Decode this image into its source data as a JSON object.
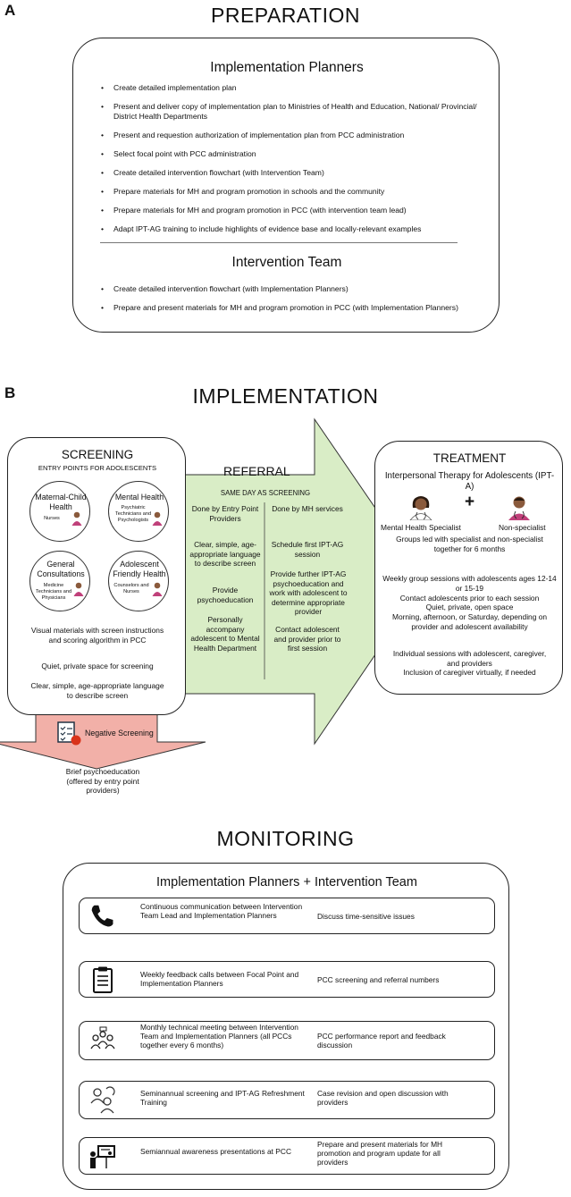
{
  "panel_a": {
    "letter": "A",
    "title": "PREPARATION",
    "planners_heading": "Implementation Planners",
    "planners_items": [
      "Create detailed implementation plan",
      "Present and deliver copy of implementation plan to Ministries of Health and Education, National/ Provincial/ District Health Departments",
      "Present and requestion authorization of implementation plan from PCC administration",
      "Select focal point with PCC administration",
      "Create detailed intervention flowchart (with Intervention Team)",
      "Prepare materials for MH and program promotion in schools and the community",
      "Prepare materials for MH and program promotion in PCC (with intervention team lead)",
      "Adapt IPT-AG training to include highlights of evidence base and locally-relevant examples"
    ],
    "team_heading": "Intervention Team",
    "team_items": [
      "Create detailed intervention flowchart (with Implementation Planners)",
      "Prepare and present materials for MH and program promotion in PCC (with Implementation Planners)"
    ]
  },
  "panel_b": {
    "letter": "B",
    "title": "IMPLEMENTATION",
    "screening": {
      "title": "SCREENING",
      "subtitle": "ENTRY POINTS FOR ADOLESCENTS",
      "circles": [
        {
          "title": "Maternal-Child Health",
          "sub": "Nurses"
        },
        {
          "title": "Mental Health",
          "sub": "Psychiatric Technicians and Psychologists"
        },
        {
          "title": "General Consultations",
          "sub": "Medicine Technicians and Physicians"
        },
        {
          "title": "Adolescent Friendly Health",
          "sub": "Counselors and Nurses"
        }
      ],
      "notes": [
        "Visual materials with screen instructions and scoring algorithm in PCC",
        "Quiet, private space for screening",
        "Clear, simple, age-appropriate language to describe screen"
      ]
    },
    "negative": {
      "label": "Negative Screening",
      "below": "Brief psychoeducation (offered by entry point providers)"
    },
    "referral": {
      "title": "REFERRAL",
      "same_day": "SAME DAY AS SCREENING",
      "left_head": "Done by Entry Point Providers",
      "left_items": [
        "Clear, simple, age-appropriate language to describe screen",
        "Provide psychoeducation",
        "Personally accompany adolescent to Mental Health Department"
      ],
      "right_head": "Done by MH services",
      "right_items": [
        "Schedule first IPT-AG session",
        "Provide further IPT-AG psychoeducation and work with adolescent to determine appropriate provider",
        "Contact adolescent and provider prior to first session"
      ]
    },
    "treatment": {
      "title": "TREATMENT",
      "subtitle": "Interpersonal Therapy for Adolescents (IPT-A)",
      "plus": "+",
      "specialist": "Mental Health Specialist",
      "nonspecialist": "Non-specialist",
      "groups": "Groups led with specialist and non-specialist together for 6 months",
      "weekly": "Weekly group sessions with adolescents ages 12-14 or 15-19",
      "contact": "Contact adolescents prior to each session",
      "space": "Quiet, private, open space",
      "timing": "Morning, afternoon, or Saturday, depending on provider and adolescent availability",
      "individual": "Individual sessions with adolescent, caregiver, and providers",
      "inclusion": "Inclusion of caregiver virtually, if needed"
    }
  },
  "panel_c": {
    "title": "MONITORING",
    "heading": "Implementation Planners + Intervention Team",
    "rows": [
      {
        "icon": "phone-icon",
        "left": "Continuous communication between Intervention Team Lead and Implementation Planners",
        "right": "Discuss time-sensitive issues"
      },
      {
        "icon": "clipboard-icon",
        "left": "Weekly feedback calls between Focal Point and Implementation Planners",
        "right": "PCC screening and referral numbers"
      },
      {
        "icon": "meeting-icon",
        "left": "Monthly technical meeting between Intervention Team and Implementation Planners (all PCCs together every 6 months)",
        "right": "PCC performance report and feedback discussion"
      },
      {
        "icon": "training-icon",
        "left": "Seminannual screening and IPT-AG Refreshment Training",
        "right": "Case revision and open discussion with providers"
      },
      {
        "icon": "presentation-icon",
        "left": "Semiannual awareness presentations at PCC",
        "right": "Prepare and present materials for MH promotion and program update for all providers"
      }
    ]
  },
  "colors": {
    "green": "#d9edc6",
    "salmon": "#f2b0a8",
    "skin": "#8a5a3c",
    "shirt": "#c0407a",
    "red_dot": "#d9331a"
  }
}
